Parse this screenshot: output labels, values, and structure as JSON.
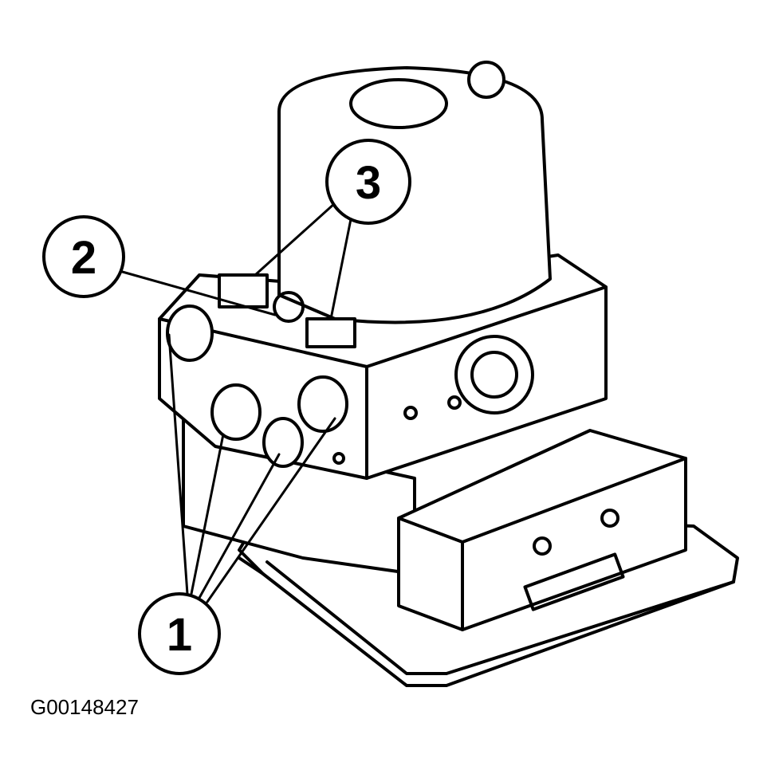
{
  "figure": {
    "id_label": "G00148427",
    "callouts": [
      {
        "number": "1"
      },
      {
        "number": "2"
      },
      {
        "number": "3"
      }
    ]
  }
}
